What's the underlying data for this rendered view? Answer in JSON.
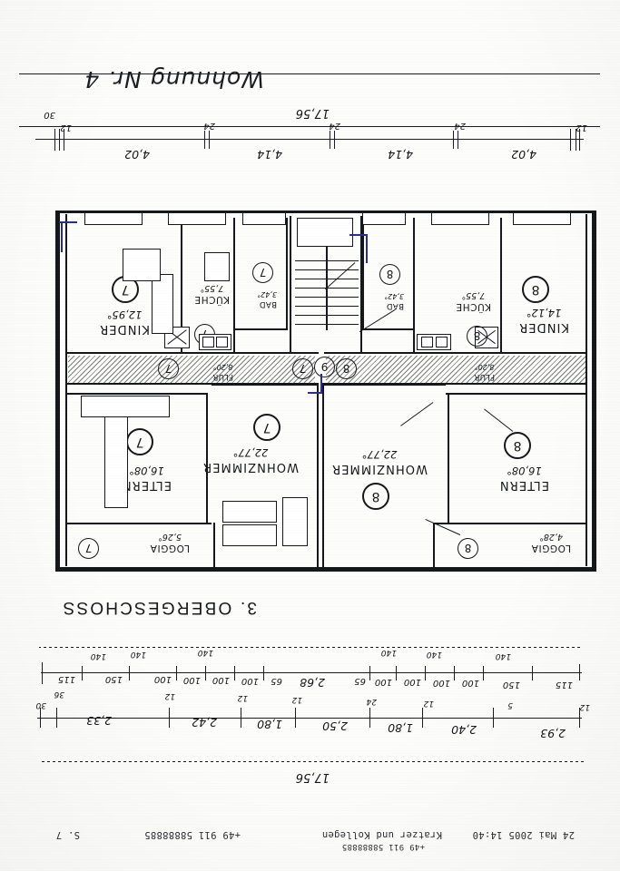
{
  "document": {
    "kind": "architectural-floor-plan-fax",
    "title_handwritten": "Wohnung Nr. 4",
    "floor_label": "3. OBERGESCHOSS",
    "orientation_note": "scan is rotated 180 degrees"
  },
  "fax_header": {
    "date": "24 Mai 2005 14:40",
    "sender_small": "+49 911 58888885",
    "sender": "Kratzer und Kollegen",
    "number": "+49 911 58888885",
    "page": "S. 7"
  },
  "top_dimensions": {
    "overall": "17,56",
    "segments": [
      "4,02",
      "4,14",
      "4,14",
      "4,02"
    ],
    "wall_ticks": [
      "12",
      "24",
      "24",
      "24",
      "12",
      "30"
    ]
  },
  "bottom_dimensions": {
    "overall": "17,56",
    "row_windows": [
      "115",
      "150",
      "100",
      "100",
      "100",
      "100",
      "65",
      "140"
    ],
    "row_windows_right": [
      "65",
      "100",
      "100",
      "100",
      "100",
      "150",
      "115"
    ],
    "center_gap": "2,68",
    "row_openings": [
      "2,93",
      "2,40",
      "1,80",
      "2,50",
      "1,80",
      "2,42",
      "2,33"
    ],
    "row_ticks": [
      "12",
      "5",
      "12",
      "24",
      "12",
      "12",
      "12",
      "36",
      "12",
      "30"
    ],
    "small_top": [
      "140",
      "140",
      "140",
      "140",
      "140",
      "140"
    ]
  },
  "apartments": {
    "left_unit_marker": "8",
    "right_unit_marker": "7",
    "stair_marker": "9"
  },
  "rooms": [
    {
      "id": "loggia-left",
      "name": "LOGGIA",
      "area": "4,28°",
      "marker": "8"
    },
    {
      "id": "eltern-left",
      "name": "ELTERN",
      "area": "16,08°",
      "marker": "8"
    },
    {
      "id": "wohnzimmer-left",
      "name": "WOHNZIMMER",
      "area": "22,77°",
      "marker": "8"
    },
    {
      "id": "wohnzimmer-right",
      "name": "WOHNZIMMER",
      "area": "22,77°",
      "marker": "7"
    },
    {
      "id": "loggia-right",
      "name": "LOGGIA",
      "area": "5,26°",
      "marker": "7"
    },
    {
      "id": "eltern-right",
      "name": "ELTERN",
      "area": "16,08°",
      "marker": "7"
    },
    {
      "id": "kinder-left",
      "name": "KINDER",
      "area": "14,12°",
      "marker": "8"
    },
    {
      "id": "kinder-right",
      "name": "KINDER",
      "area": "12,95°",
      "marker": "7"
    },
    {
      "id": "flur-left",
      "name": "FLUR",
      "area": "8,20°",
      "marker": "8"
    },
    {
      "id": "flur-right",
      "name": "FLUR",
      "area": "8,20°",
      "marker": "7"
    },
    {
      "id": "kueche-left",
      "name": "KÜCHE",
      "area": "7,55°",
      "marker": "8"
    },
    {
      "id": "kueche-right",
      "name": "KÜCHE",
      "area": "7,55°",
      "marker": "7"
    },
    {
      "id": "bad-left",
      "name": "BAD",
      "area": "3,42°",
      "marker": "8"
    },
    {
      "id": "bad-right",
      "name": "BAD",
      "area": "3,42°",
      "marker": "7"
    }
  ],
  "colors": {
    "ink": "#15171b",
    "paper": "#fdfdfb",
    "pen_blue": "#2b2f8a"
  }
}
